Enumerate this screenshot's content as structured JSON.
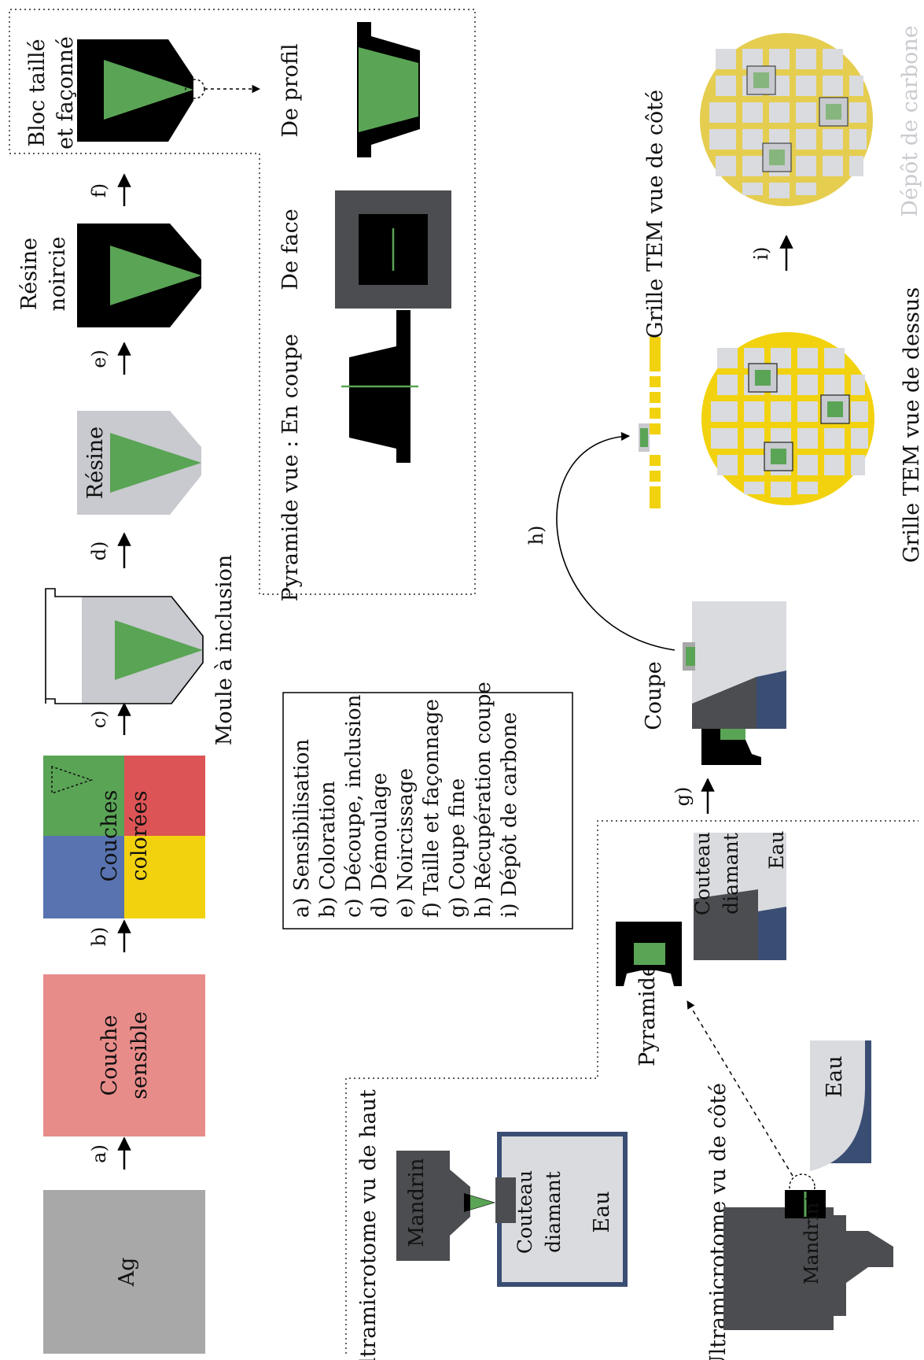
{
  "steps": {
    "a": "a)",
    "b": "b)",
    "c": "c)",
    "d": "d)",
    "e": "e)",
    "f": "f)",
    "g": "g)",
    "h": "h)",
    "i": "i)"
  },
  "labels": {
    "ag": "Ag",
    "couche_sensible_1": "Couche",
    "couche_sensible_2": "sensible",
    "couches_colorees_1": "Couches",
    "couches_colorees_2": "colorées",
    "moule": "Moule à inclusion",
    "resine": "Résine",
    "resine_noircie_1": "Résine",
    "resine_noircie_2": "noircie",
    "bloc_1": "Bloc taillé",
    "bloc_2": "et façonné",
    "de_profil": "De profil",
    "de_face": "De face",
    "en_coupe": "En coupe",
    "pyramide_vue": "Pyramide vue :",
    "grille_cote": "Grille TEM vue de côté",
    "grille_dessus": "Grille TEM vue de dessus",
    "depot_carbone": "Dépôt de carbone",
    "coupe": "Coupe",
    "couteau_1": "Couteau",
    "couteau_2": "diamant",
    "eau": "Eau",
    "pyramide": "Pyramide",
    "mandrin": "Mandrin",
    "ultra_haut": "Ultramicrotome vu de haut",
    "ultra_cote": "Ultramicrotome vu de côté"
  },
  "legend": [
    "a) Sensibilisation",
    "b) Coloration",
    "c) Découpe, inclusion",
    "d) Démoulage",
    "e) Noircissage",
    "f) Taille et façonnage",
    "g) Coupe fine",
    "h) Récupération coupe",
    "i) Dépôt de carbone"
  ],
  "colors": {
    "green": "#5aa455",
    "ag": "#a8a8a8",
    "sensible": "#e88c8a",
    "blue": "#5873b0",
    "red": "#dc5455",
    "yellow": "#f2d20f",
    "resin": "#c8cacf",
    "dark": "#4b4d50",
    "water": "#3a4d73",
    "light": "#d9dbdf"
  }
}
